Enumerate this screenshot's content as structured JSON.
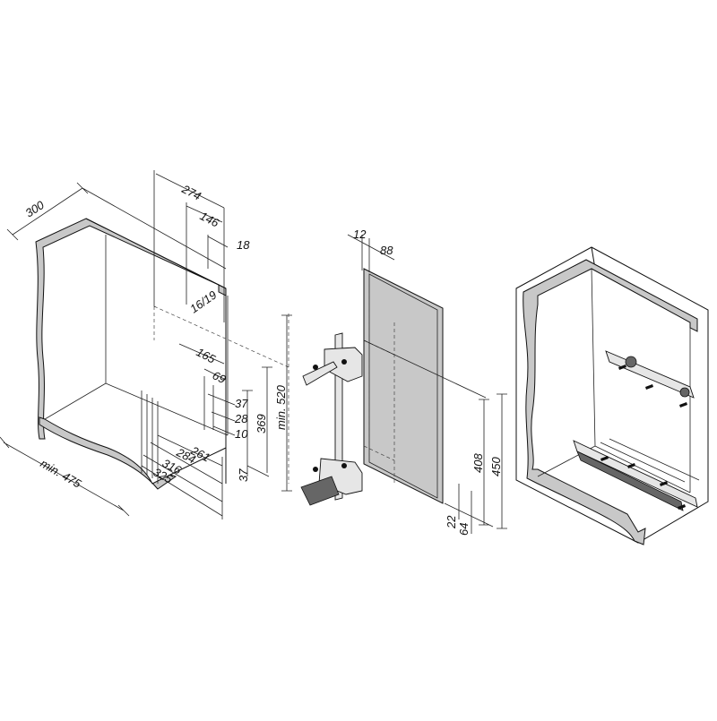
{
  "figures": {
    "cabinet_dimensions": {
      "labels": {
        "depth": "300",
        "min_width": "min. 475",
        "top_offset": "274",
        "top_inner": "146",
        "top_small": "18",
        "panel": "16/19",
        "mid_165": "165",
        "mid_69": "69",
        "mid_37": "37",
        "mid_28": "28",
        "mid_10": "10",
        "b_261": "261",
        "b_284": "284",
        "b_316": "316",
        "b_325": "325",
        "bottom_37": "37",
        "h_369": "369",
        "min_height": "min. 520"
      }
    },
    "frame_dimensions": {
      "labels": {
        "top_12": "12",
        "top_88": "88",
        "h_408": "408",
        "h_450": "450",
        "b_22": "22",
        "b_64": "64"
      }
    },
    "installed_view": {}
  }
}
